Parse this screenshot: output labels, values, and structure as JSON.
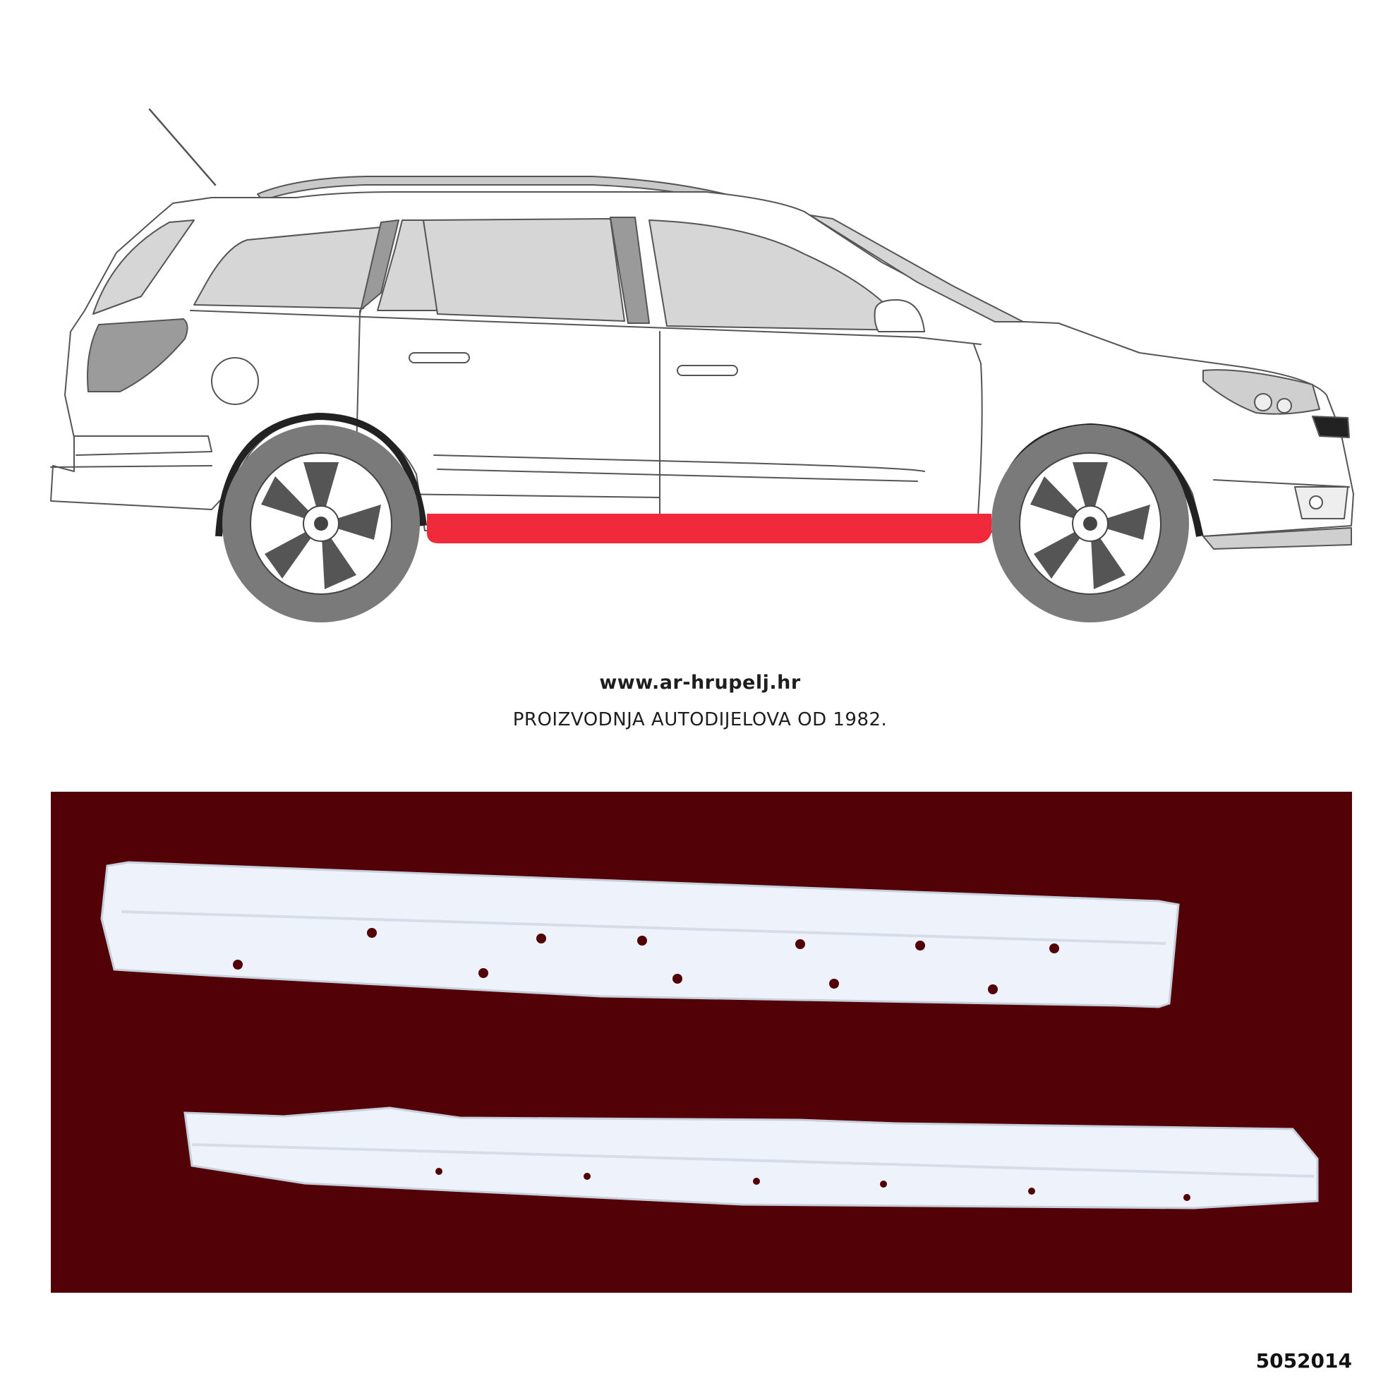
{
  "header": {
    "website": "www.ar-hrupelj.hr",
    "tagline": "PROIZVODNJA AUTODIJELOVA OD 1982."
  },
  "illustration": {
    "subject": "station-wagon-side-view",
    "highlighted_part": "rocker-panel",
    "highlight_color": "#f02a3a"
  },
  "photo": {
    "background_color": "#520106",
    "part_color": "#eef2fa",
    "parts": [
      "sill-panel-upper",
      "sill-panel-lower"
    ]
  },
  "footer": {
    "part_number": "5052014"
  }
}
